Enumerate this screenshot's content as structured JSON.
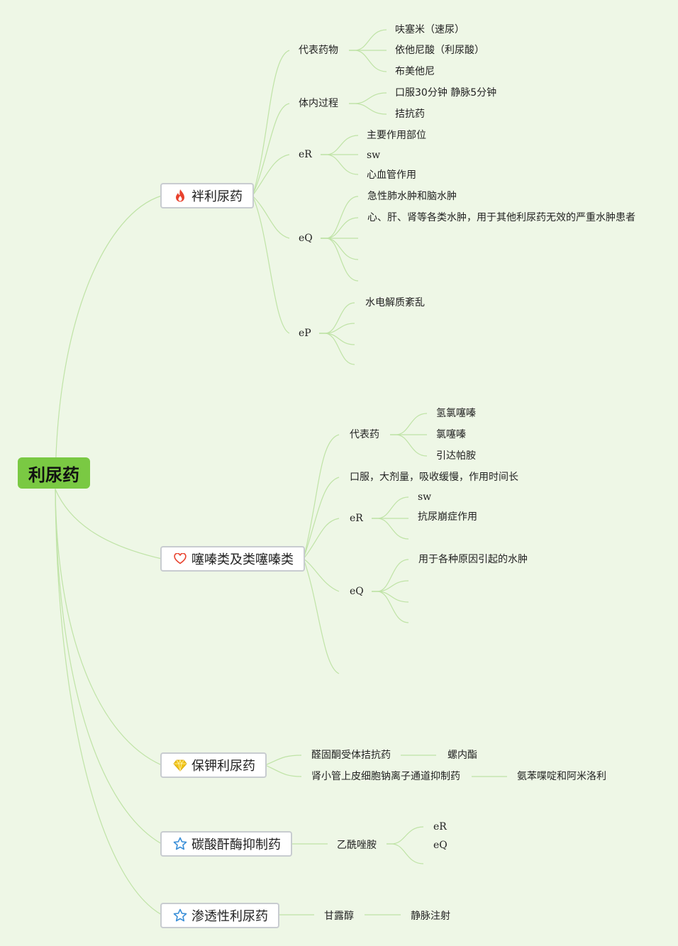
{
  "root": "利尿药",
  "branches": [
    {
      "label": "袢利尿药",
      "icon": "fire-icon",
      "topics": [
        {
          "label": "代表药物",
          "items": [
            "呋塞米（速尿）",
            "依他尼酸（利尿酸）",
            "布美他尼"
          ]
        },
        {
          "label": "体内过程",
          "items": [
            "口服30分钟 静脉5分钟",
            "拮抗药"
          ]
        },
        {
          "label": "eR",
          "items": [
            "主要作用部位",
            "sw",
            "心血管作用"
          ]
        },
        {
          "label": "eQ",
          "items": [
            "急性肺水肿和脑水肿",
            "心、肝、肾等各类水肿，用于其他利尿药无效的严重水肿患者"
          ]
        },
        {
          "label": "eP",
          "items": [
            "水电解质紊乱"
          ]
        }
      ]
    },
    {
      "label": "噻嗪类及类噻嗪类",
      "icon": "heart-icon",
      "topics": [
        {
          "label": "代表药",
          "items": [
            "氢氯噻嗪",
            "氯噻嗪",
            "引达帕胺"
          ]
        },
        {
          "label": "口服，大剂量，吸收缓慢，作用时间长",
          "items": []
        },
        {
          "label": "eR",
          "items": [
            "sw",
            "抗尿崩症作用"
          ]
        },
        {
          "label": "eQ",
          "items": [
            "用于各种原因引起的水肿"
          ]
        }
      ]
    },
    {
      "label": "保钾利尿药",
      "icon": "diamond-icon",
      "topics": [
        {
          "label": "醛固酮受体拮抗药",
          "items": [
            "螺内酯"
          ]
        },
        {
          "label": "肾小管上皮细胞钠离子通道抑制药",
          "items": [
            "氨苯喋啶和阿米洛利"
          ]
        }
      ]
    },
    {
      "label": "碳酸酐酶抑制药",
      "icon": "star-icon",
      "topics": [
        {
          "label": "乙酰唑胺",
          "items": [
            "eR",
            "eQ"
          ]
        }
      ]
    },
    {
      "label": "渗透性利尿药",
      "icon": "star-icon",
      "topics": [
        {
          "label": "甘露醇",
          "items": [
            "静脉注射"
          ]
        }
      ]
    }
  ],
  "colors": {
    "background": "#eef7e6",
    "root": "#7ac943",
    "line": "#bfe3a6",
    "fire": "#e8412d",
    "heart": "#e8412d",
    "diamond": "#f2c417",
    "star": "#3a8fd8"
  }
}
